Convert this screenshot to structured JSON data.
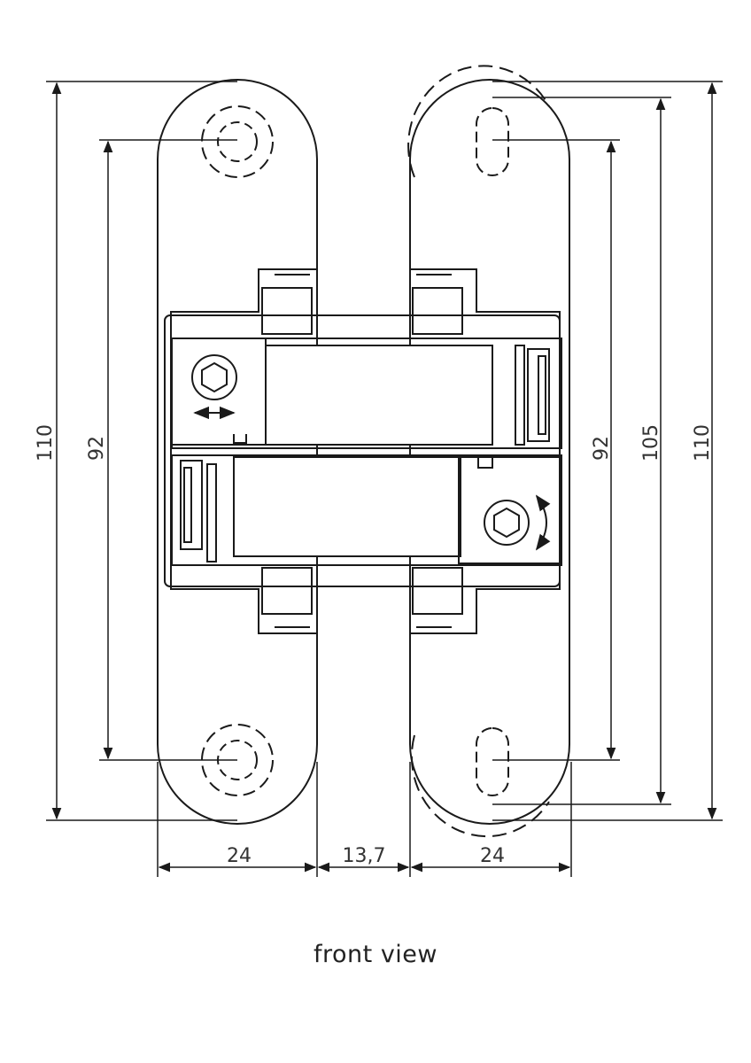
{
  "caption": "front view",
  "dimensions": {
    "left_overall_height": "110",
    "left_hole_spacing": "92",
    "right_hole_spacing": "92",
    "right_slot_span": "105",
    "right_overall_height": "110",
    "left_leaf_width": "24",
    "gap_width": "13,7",
    "right_leaf_width": "24"
  },
  "icons": {
    "horizontal_adjust": "double-arrow-horizontal-icon",
    "rotational_adjust": "curved-double-arrow-icon",
    "hex_socket": "hex-socket-icon"
  },
  "colors": {
    "line": "#1a1a1a",
    "text": "#333333",
    "background": "#ffffff"
  }
}
